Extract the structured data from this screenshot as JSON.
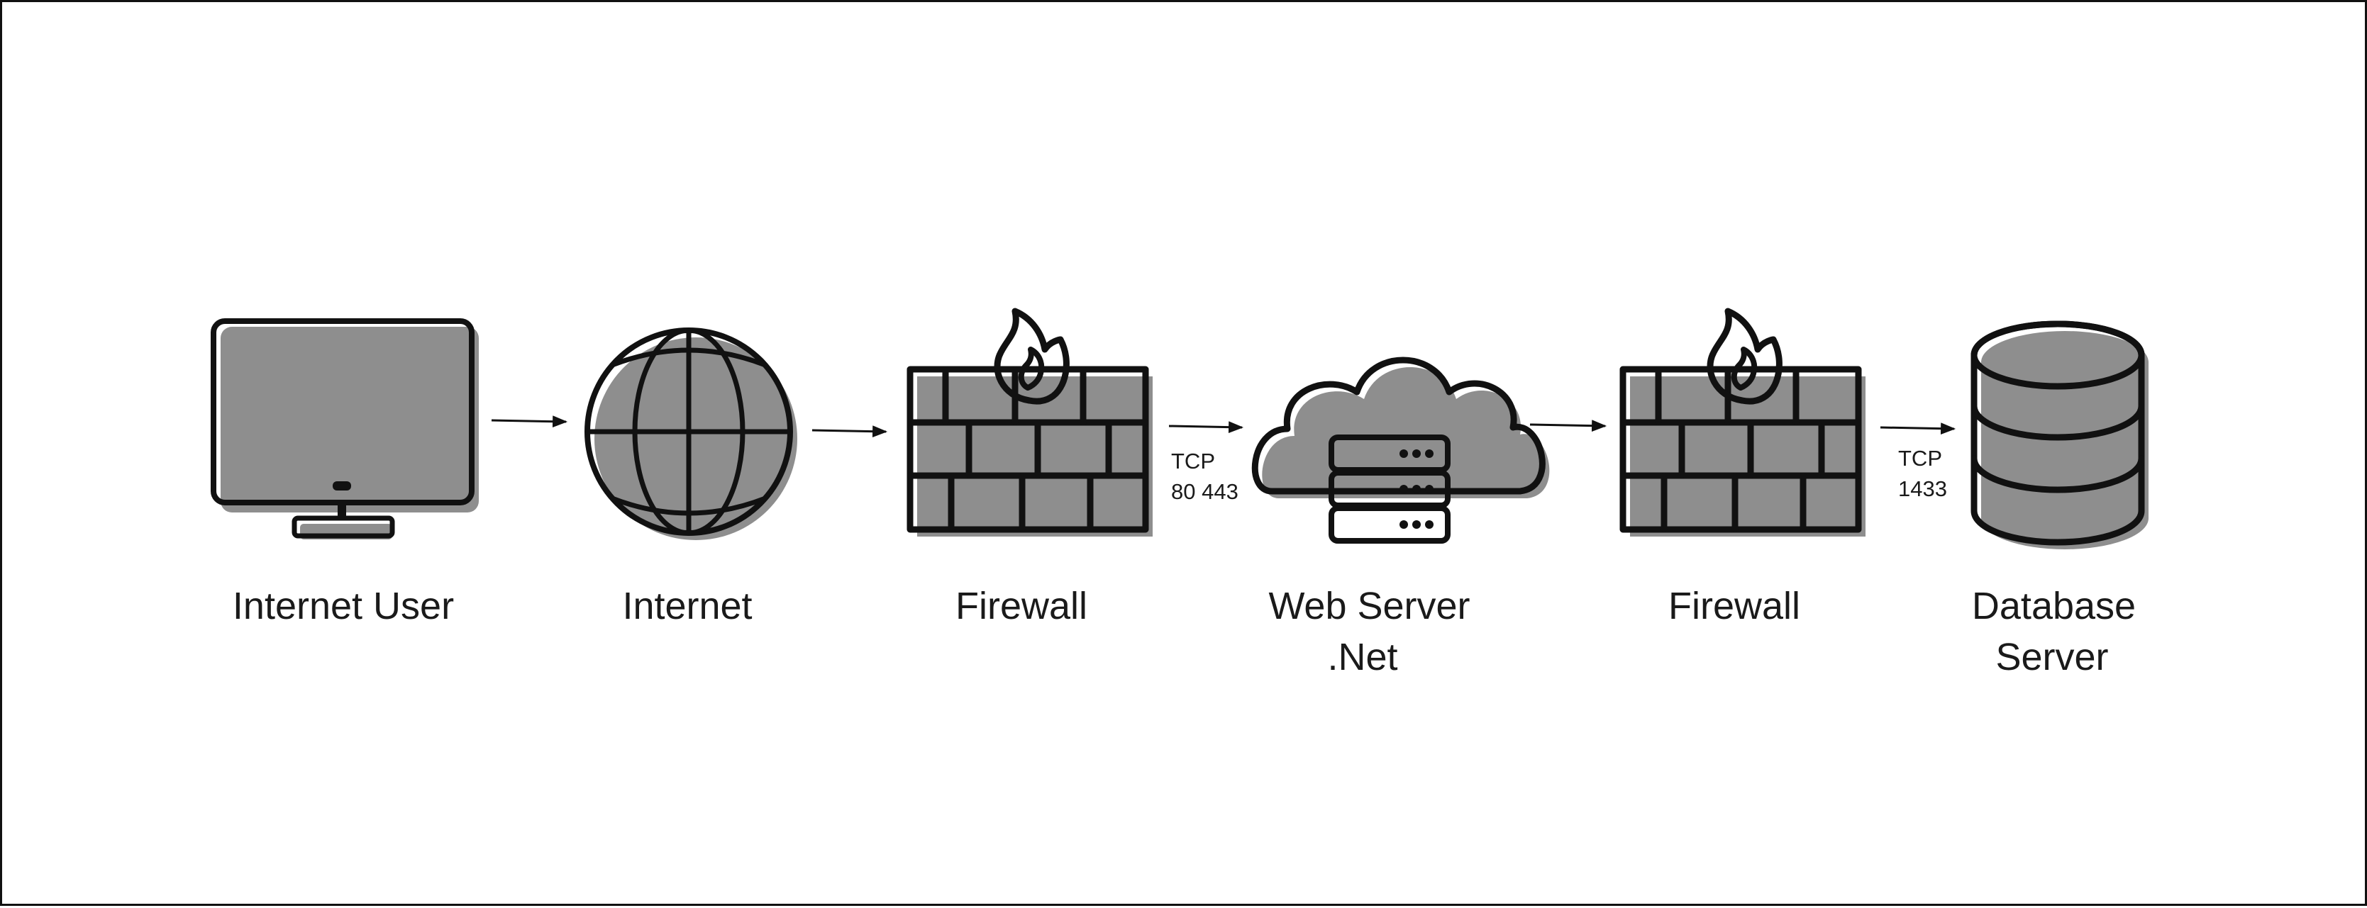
{
  "colors": {
    "ink": "#111111",
    "device_fill": "#b3c3fa",
    "wall_fill": "#fcfbc2",
    "shadow": "#8e8e8e",
    "background": "#ffffff"
  },
  "nodes": [
    {
      "id": "internet-user",
      "icon": "monitor-icon",
      "label_lines": [
        "Internet User"
      ]
    },
    {
      "id": "internet",
      "icon": "globe-icon",
      "label_lines": [
        "Internet"
      ]
    },
    {
      "id": "firewall-1",
      "icon": "firewall-icon",
      "label_lines": [
        "Firewall"
      ]
    },
    {
      "id": "web-server",
      "icon": "cloud-server-icon",
      "label_lines": [
        "Web Server",
        ".Net"
      ]
    },
    {
      "id": "firewall-2",
      "icon": "firewall-icon",
      "label_lines": [
        "Firewall"
      ]
    },
    {
      "id": "database-server",
      "icon": "database-icon",
      "label_lines": [
        "Database",
        "Server"
      ]
    }
  ],
  "connections": [
    {
      "from": "internet-user",
      "to": "internet",
      "label_lines": []
    },
    {
      "from": "internet",
      "to": "firewall-1",
      "label_lines": []
    },
    {
      "from": "firewall-1",
      "to": "web-server",
      "label_lines": [
        "TCP",
        "80 443"
      ]
    },
    {
      "from": "web-server",
      "to": "firewall-2",
      "label_lines": []
    },
    {
      "from": "firewall-2",
      "to": "database-server",
      "label_lines": [
        "TCP",
        "1433"
      ]
    }
  ]
}
